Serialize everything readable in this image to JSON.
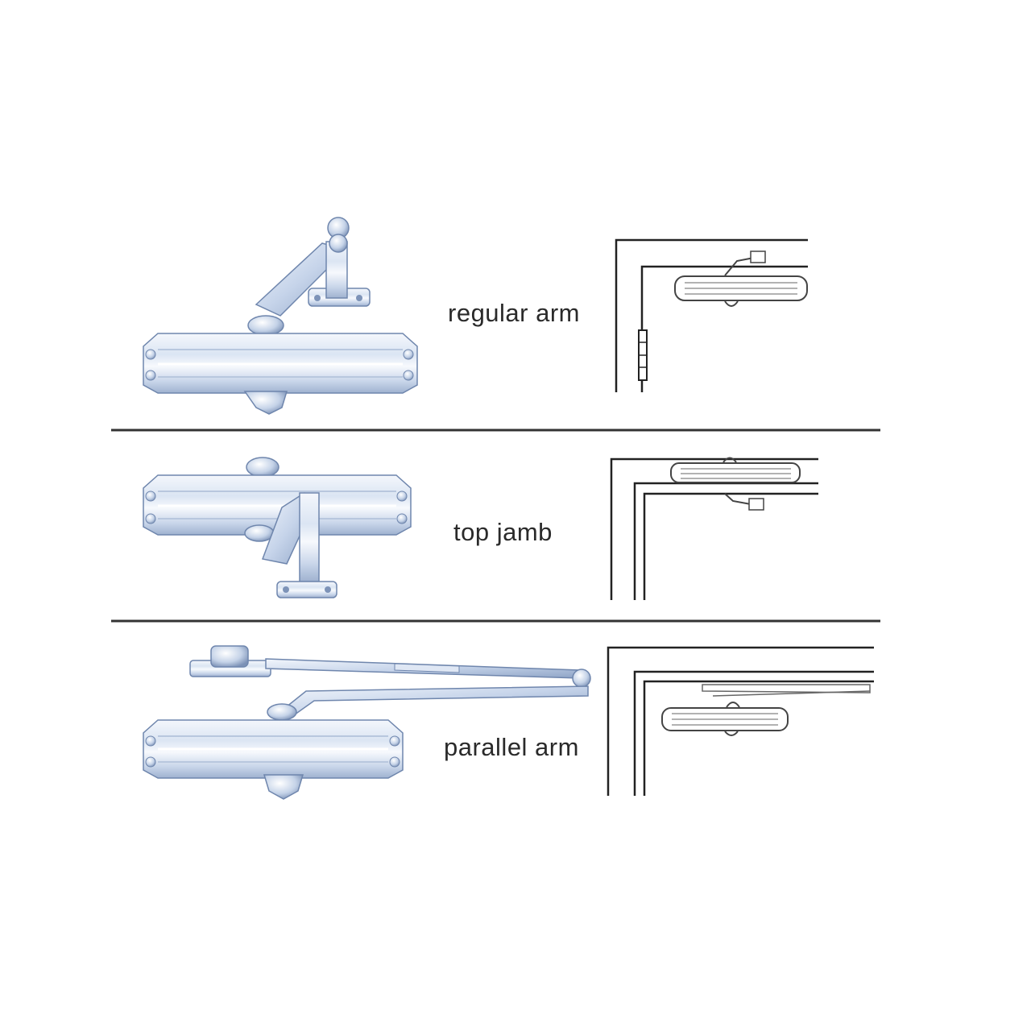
{
  "labels": {
    "regular_arm": "regular arm",
    "top_jamb": "top jamb",
    "parallel_arm": "parallel arm"
  },
  "colors": {
    "metal_light": "#eef3fb",
    "metal_mid": "#cfdcee",
    "metal_dark": "#7d93b8",
    "outline": "#5a6f94",
    "rule": "#333333",
    "line_art": "#222222"
  }
}
